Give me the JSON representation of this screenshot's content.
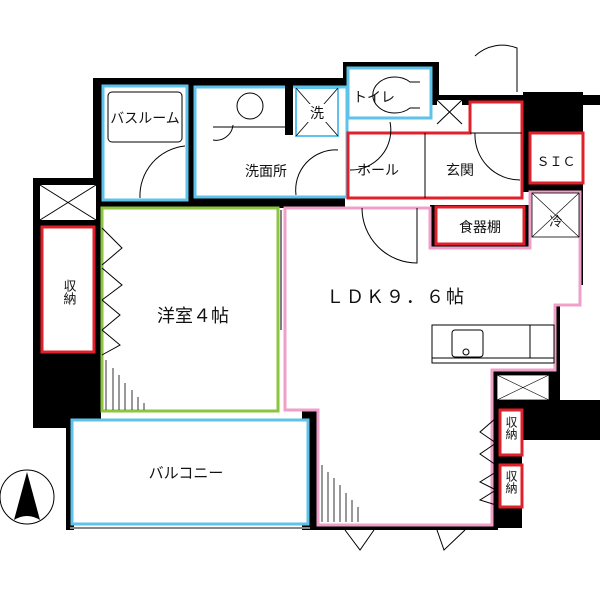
{
  "floorplan": {
    "colors": {
      "wall": "#000000",
      "wet_area": "#5ec3ea",
      "storage": "#e0202a",
      "western_room": "#8cc63f",
      "ldk": "#f0a0c8",
      "balcony": "#5ec3ea"
    },
    "rooms": {
      "bathroom": "バスルーム",
      "wash": "洗",
      "washroom": "洗面所",
      "toilet": "トイレ",
      "hall": "ホール",
      "entrance": "玄関",
      "sic": "ＳＩＣ",
      "cupboard": "食器棚",
      "fridge": "冷",
      "western_room": "洋室４帖",
      "closet_left": "収納",
      "ldk": "ＬＤＫ９．６帖",
      "storage_1": "収納",
      "storage_2": "収納",
      "balcony": "バルコニー"
    },
    "compass": "north-arrow"
  }
}
